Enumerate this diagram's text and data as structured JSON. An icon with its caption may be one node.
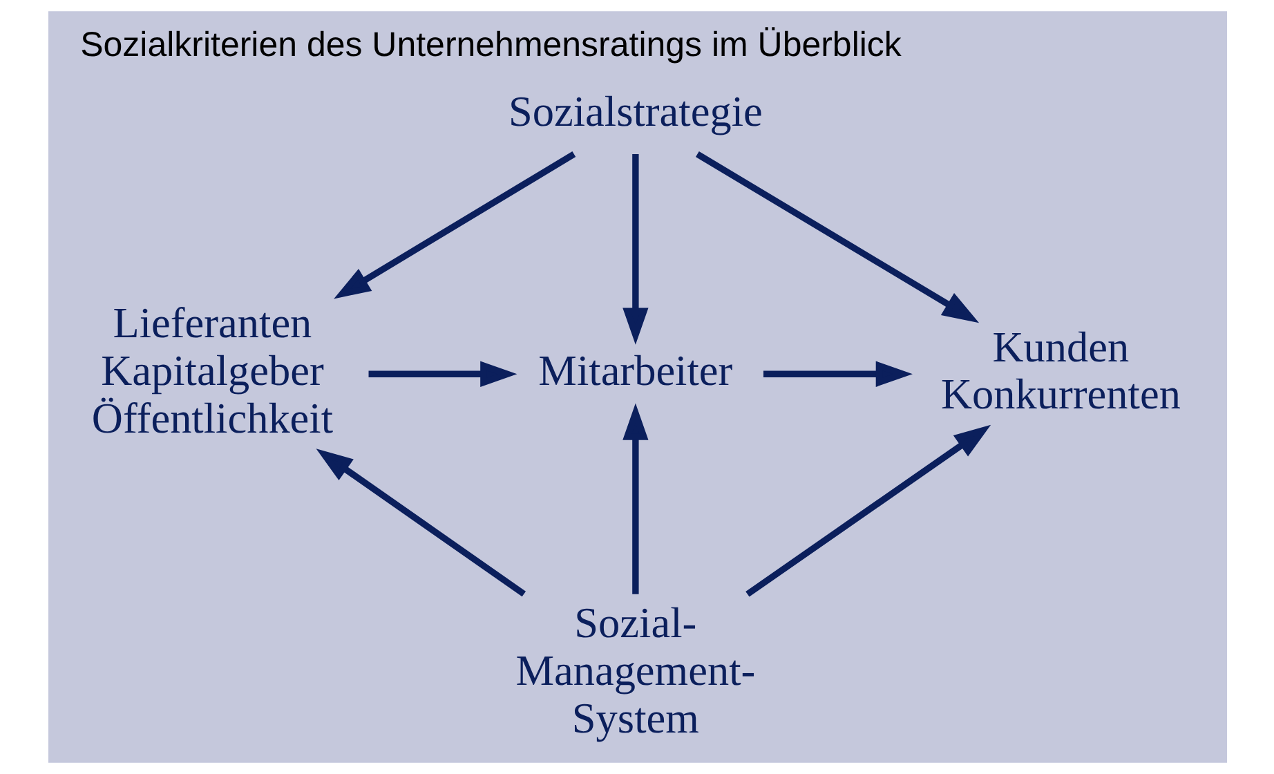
{
  "diagram": {
    "title": "Sozialkriterien des Unternehmensratings im Überblick",
    "nodes": [
      {
        "text": [
          "Sozialstrategie"
        ]
      },
      {
        "text": [
          "Lieferanten",
          "Kapitalgeber",
          "Öffentlichkeit"
        ]
      },
      {
        "text": [
          "Mitarbeiter"
        ]
      },
      {
        "text": [
          "Kunden",
          "Konkurrenten"
        ]
      },
      {
        "text": [
          "Sozial- Management- System"
        ]
      }
    ],
    "edges": [
      {
        "from": 0,
        "to": 1,
        "arrow": "to"
      },
      {
        "from": 0,
        "to": 2,
        "arrow": "to"
      },
      {
        "from": 0,
        "to": 3,
        "arrow": "to"
      },
      {
        "from": 1,
        "to": 2,
        "arrow": "to"
      },
      {
        "from": 2,
        "to": 3,
        "arrow": "to"
      },
      {
        "from": 4,
        "to": 1,
        "arrow": "to"
      },
      {
        "from": 4,
        "to": 2,
        "arrow": "to"
      },
      {
        "from": 4,
        "to": 3,
        "arrow": "to"
      }
    ]
  }
}
